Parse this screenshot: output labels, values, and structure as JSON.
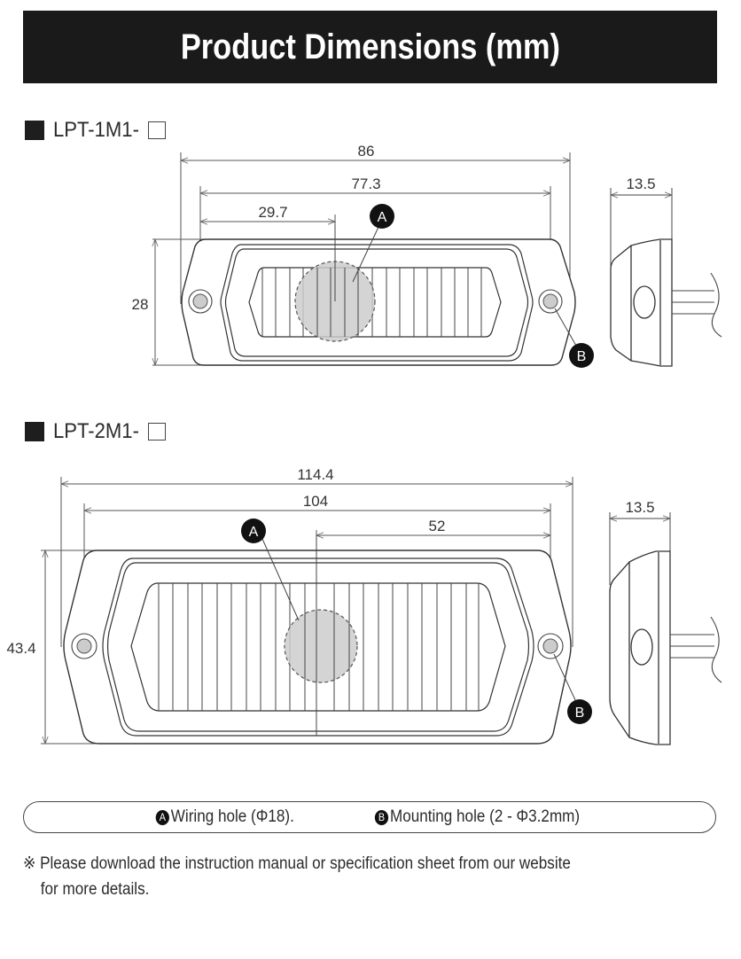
{
  "header": {
    "title": "Product Dimensions (mm)"
  },
  "models": [
    {
      "name": "LPT-1M1-",
      "front_view": {
        "overall_width": "86",
        "mounting_hole_pitch": "77.3",
        "wiring_hole_offset": "29.7",
        "height": "28",
        "callouts": [
          "A",
          "B"
        ]
      },
      "side_view": {
        "depth": "13.5"
      }
    },
    {
      "name": "LPT-2M1-",
      "front_view": {
        "overall_width": "114.4",
        "mounting_hole_pitch": "104",
        "wiring_hole_offset": "52",
        "height": "43.4",
        "callouts": [
          "A",
          "B"
        ]
      },
      "side_view": {
        "depth": "13.5"
      }
    }
  ],
  "legend": {
    "items": [
      {
        "badge": "A",
        "label": "Wiring hole (Φ18)."
      },
      {
        "badge": "B",
        "label": "Mounting hole (2 - Φ3.2mm)"
      }
    ]
  },
  "note": {
    "symbol": "※",
    "line1": "Please download the instruction manual or specification sheet from our website",
    "line2": "for more details."
  },
  "colors": {
    "title_bg": "#1a1a1a",
    "title_text": "#ffffff",
    "hole_fill": "#cccccc",
    "line": "#444444"
  }
}
